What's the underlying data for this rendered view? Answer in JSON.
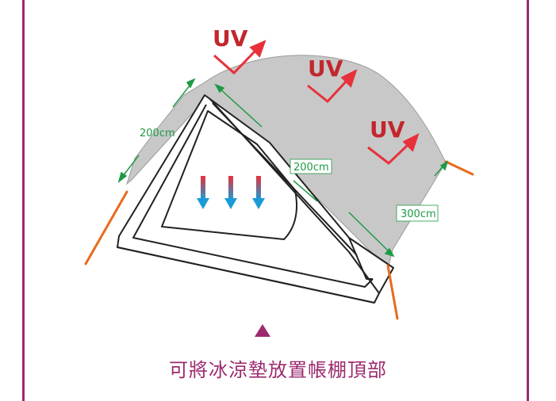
{
  "colors": {
    "frame": "#9c2a6e",
    "cover": "#c8c8c8",
    "uv_text": "#c1272d",
    "uv_arrow": "#e8313b",
    "dimension": "#1e9a45",
    "pole": "#e86a1c",
    "cool_arrow_top": "#e8313b",
    "cool_arrow_bottom": "#1b9bd6",
    "caption": "#9c2a6e"
  },
  "uv_labels": [
    "UV",
    "UV",
    "UV"
  ],
  "dimension_labels": {
    "left_edge": "200cm",
    "ridge": "200cm",
    "right_edge": "300cm"
  },
  "icons": {
    "pointer": "up-triangle-icon",
    "uv_arrow": "uv-reflect-arrow-icon",
    "cool_arrow": "down-arrow-icon"
  },
  "caption": "可將冰涼墊放置帳棚頂部"
}
